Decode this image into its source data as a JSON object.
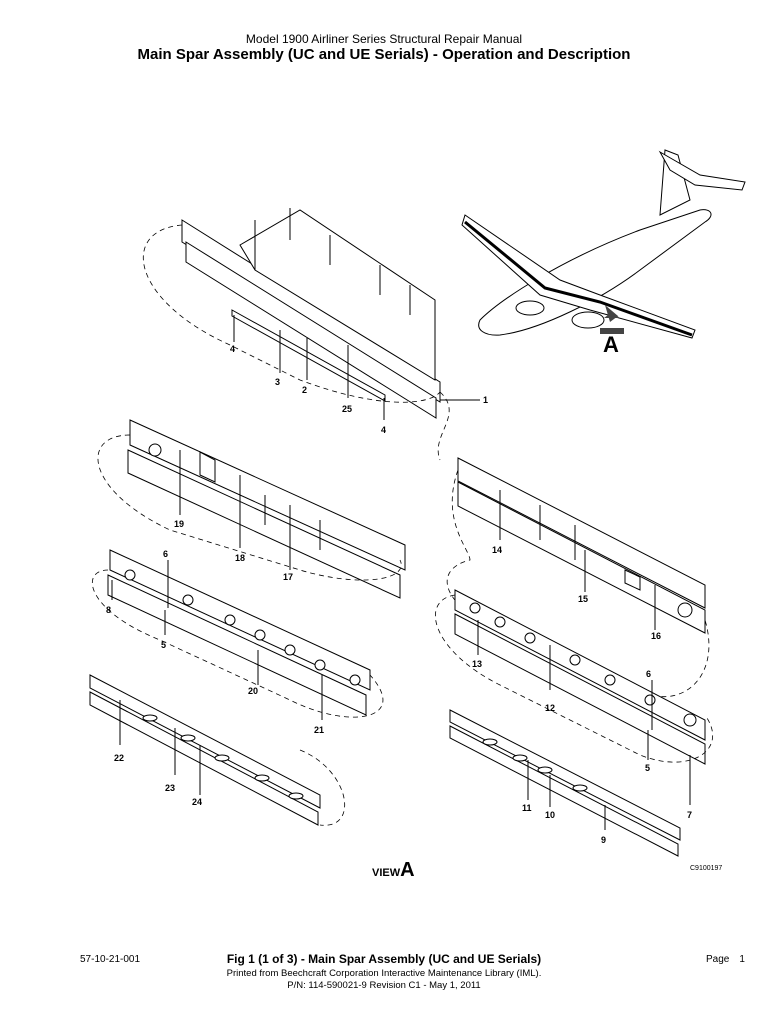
{
  "header": {
    "manual_title": "Model 1900 Airliner Series Structural Repair Manual",
    "section_title": "Main Spar Assembly (UC and UE Serials) - Operation and Description"
  },
  "figure": {
    "view_label_word": "VIEW",
    "view_label_letter": "A",
    "aircraft_callout": "A",
    "drawing_id": "C9100197",
    "callouts": [
      "1",
      "2",
      "3",
      "4",
      "4",
      "5",
      "5",
      "6",
      "6",
      "7",
      "8",
      "9",
      "10",
      "11",
      "12",
      "13",
      "14",
      "15",
      "16",
      "17",
      "18",
      "19",
      "20",
      "21",
      "22",
      "23",
      "24",
      "25"
    ]
  },
  "footer": {
    "doc_number": "57-10-21-001",
    "figure_caption": "Fig 1 (1 of 3) - Main Spar Assembly (UC and UE Serials)",
    "printed_from": "Printed from Beechcraft Corporation Interactive Maintenance Library (IML).",
    "part_number": "P/N: 114-590021-9 Revision C1 - May 1, 2011",
    "page_label": "Page",
    "page_number": "1"
  }
}
